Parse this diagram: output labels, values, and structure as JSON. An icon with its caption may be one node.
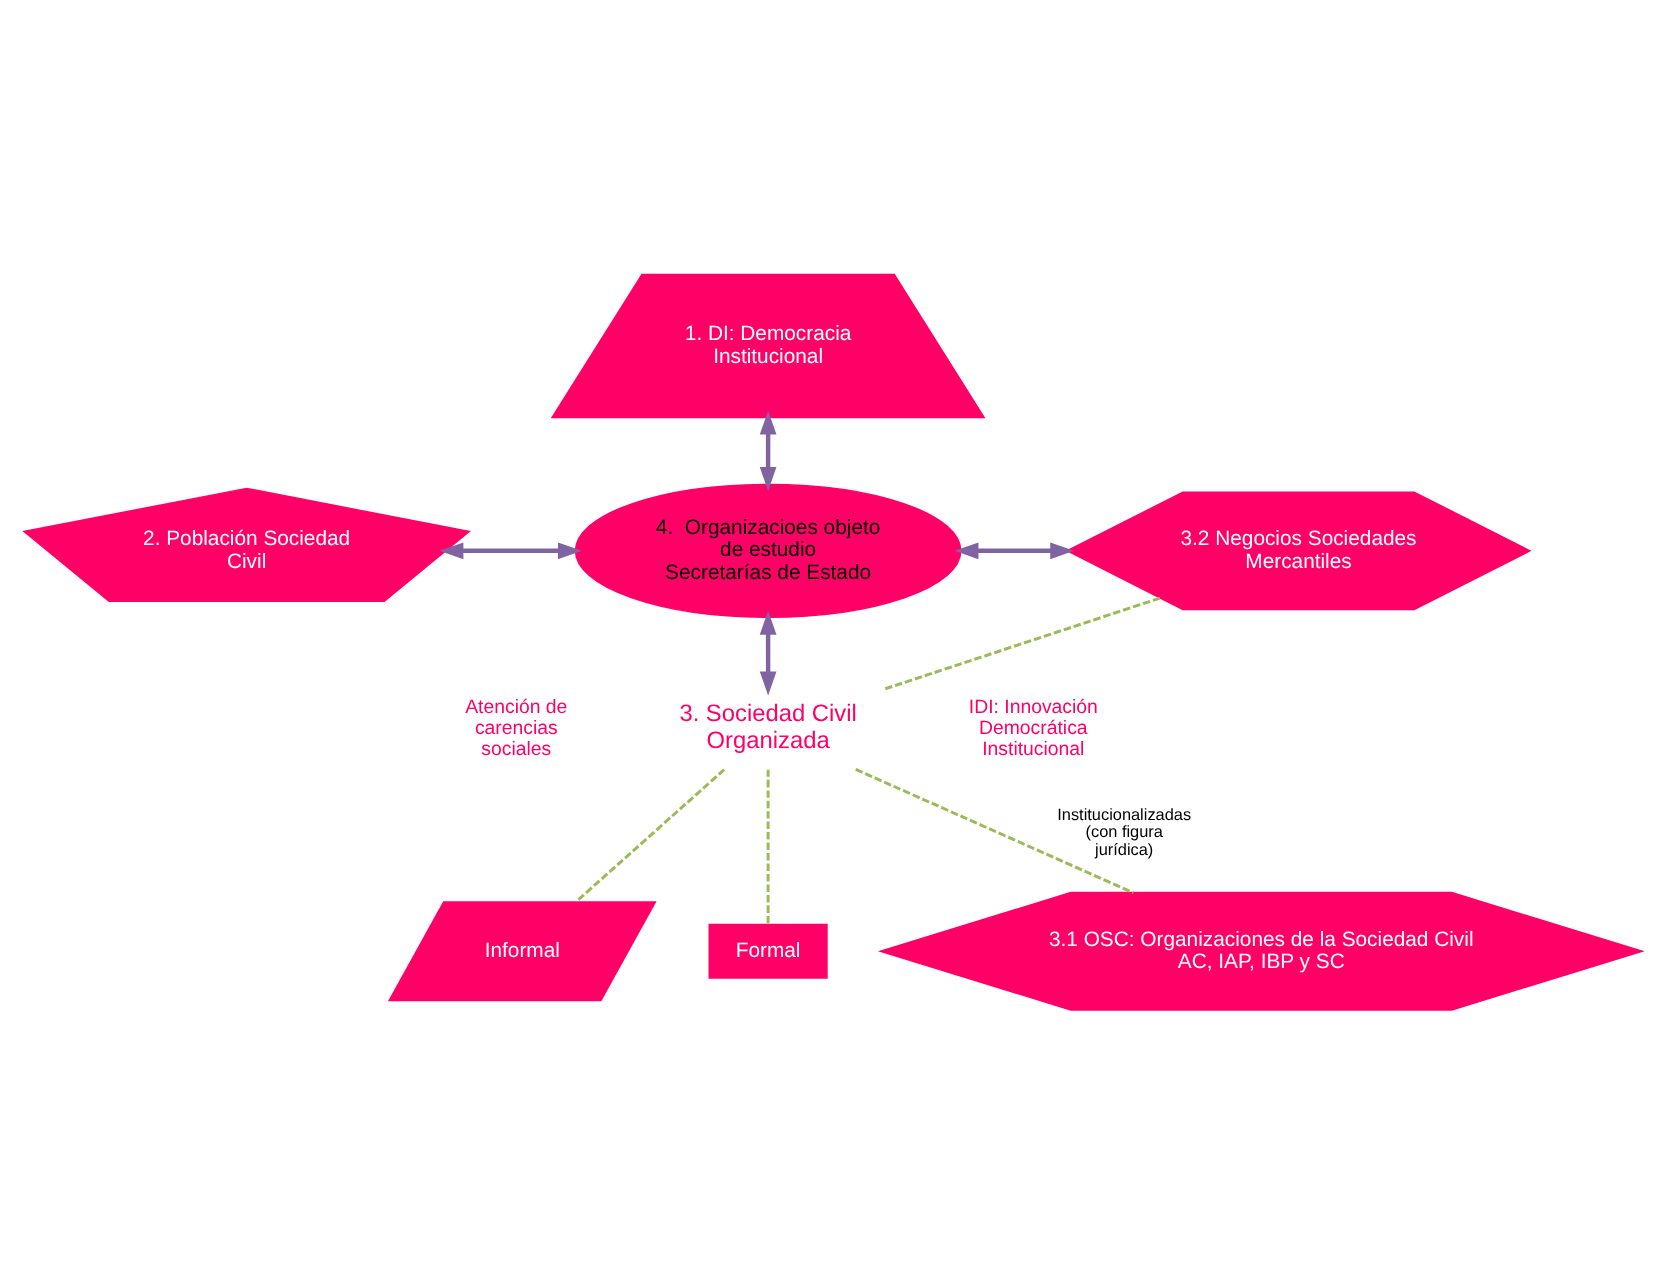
{
  "diagram": {
    "nodes": [
      {
        "text": [
          "1. DI: Democracia Institucional"
        ]
      },
      {
        "text": [
          "2. Población Sociedad Civil"
        ]
      },
      {
        "text": [
          "4.  Organizacioes objeto de estudio",
          "Secretarías de Estado"
        ]
      },
      {
        "text": [
          "3.2 Negocios Sociedades Mercantiles"
        ]
      },
      {
        "text": [
          "3. Sociedad Civil Organizada"
        ]
      },
      {
        "text": [
          "Informal"
        ]
      },
      {
        "text": [
          "Formal"
        ]
      },
      {
        "text": [
          "3.1 OSC: Organizaciones de la Sociedad Civil",
          "AC, IAP, IBP y SC"
        ]
      }
    ],
    "edges": [
      {
        "from": 0,
        "to": 2,
        "arrow": "both",
        "color": "#8064a2"
      },
      {
        "from": 1,
        "to": 2,
        "arrow": "both",
        "color": "#8064a2"
      },
      {
        "from": 2,
        "to": 3,
        "arrow": "both",
        "color": "#8064a2"
      },
      {
        "from": 2,
        "to": 4,
        "arrow": "both",
        "color": "#8064a2"
      },
      {
        "from": 4,
        "to": 5,
        "arrow": "none",
        "style": "dashed",
        "color": "#9bbb59"
      },
      {
        "from": 4,
        "to": 6,
        "arrow": "none",
        "style": "dashed",
        "color": "#9bbb59"
      },
      {
        "from": 4,
        "to": 7,
        "arrow": "none",
        "style": "dashed",
        "color": "#9bbb59",
        "label": "Institucionalizadas (con figura jurídica)"
      },
      {
        "from": 4,
        "to": 3,
        "arrow": "none",
        "style": "dashed",
        "color": "#9bbb59"
      }
    ],
    "labels": [
      "Atención de carencias sociales",
      "IDI: Innovación Democrática Institucional"
    ]
  }
}
